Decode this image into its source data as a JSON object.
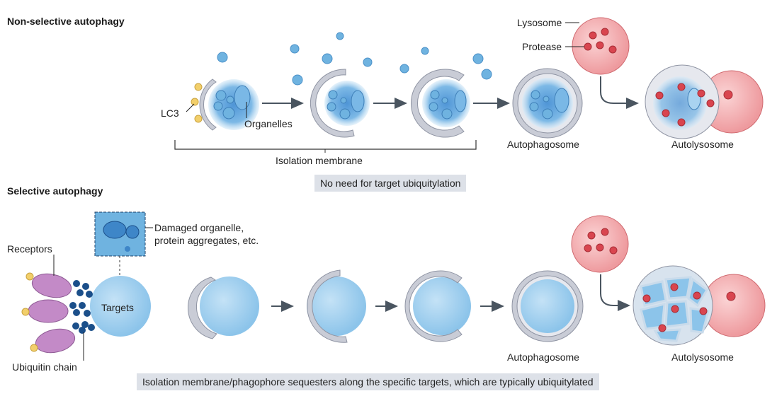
{
  "sections": {
    "nonselective": {
      "title": "Non-selective autophagy",
      "labels": {
        "lc3": "LC3",
        "organelles": "Organelles",
        "isolation_membrane": "Isolation membrane",
        "autophagosome": "Autophagosome",
        "autolysosome": "Autolysosome",
        "lysosome": "Lysosome",
        "protease": "Protease"
      },
      "note": "No need for target ubiquitylation"
    },
    "selective": {
      "title": "Selective autophagy",
      "labels": {
        "receptors": "Receptors",
        "ubiquitin_chain": "Ubiquitin chain",
        "targets": "Targets",
        "damaged_line1": "Damaged organelle,",
        "damaged_line2": "protein aggregates, etc.",
        "autophagosome": "Autophagosome",
        "autolysosome": "Autolysosome"
      },
      "note": "Isolation membrane/phagophore sequesters along the specific targets, which are typically ubiquitylated"
    }
  },
  "colors": {
    "membrane": "#c9ccd6",
    "cargo_blue": "#6fb3e0",
    "target_blue": "#a9d3f0",
    "lysosome_red": "#f2a3a6",
    "protease_red": "#d9454f",
    "lc3_yellow": "#f2cf6b",
    "receptor_purple": "#c38ac7",
    "ubiquitin_navy": "#1b4f8a"
  }
}
